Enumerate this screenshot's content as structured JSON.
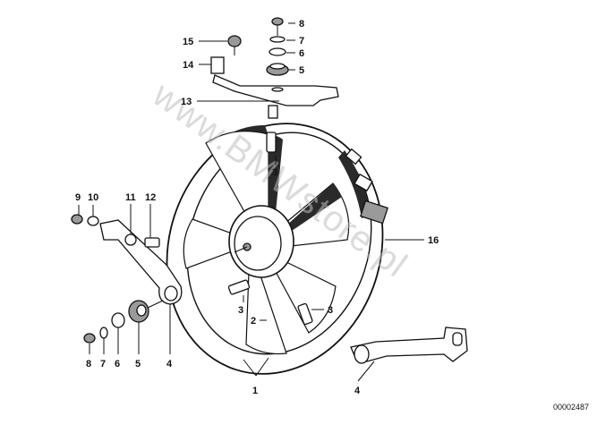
{
  "watermark": "www.BMWstore.pl",
  "document_id": "00002487",
  "callouts": {
    "c1": "1",
    "c2": "2",
    "c3a": "3",
    "c3b": "3",
    "c3c": "3",
    "c4a": "4",
    "c4b": "4",
    "c5a": "5",
    "c5b": "5",
    "c6a": "6",
    "c6b": "6",
    "c7a": "7",
    "c7b": "7",
    "c8a": "8",
    "c8b": "8",
    "c9": "9",
    "c10": "10",
    "c11": "11",
    "c12": "12",
    "c13": "13",
    "c14": "14",
    "c15": "15",
    "c16": "16"
  }
}
